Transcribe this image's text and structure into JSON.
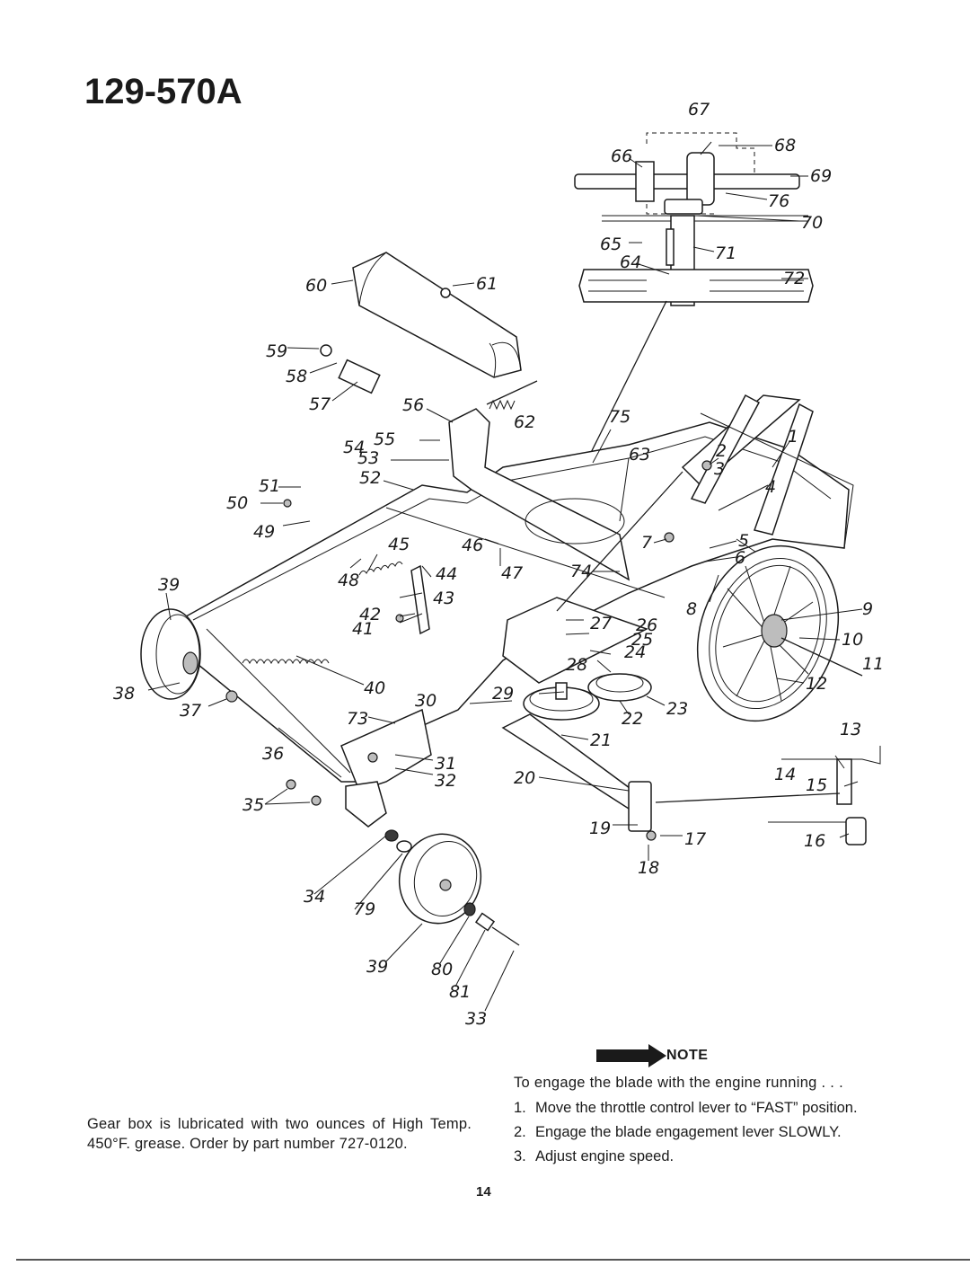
{
  "header": {
    "model": "129-570A"
  },
  "callouts": [
    "1",
    "2",
    "3",
    "4",
    "5",
    "6",
    "7",
    "8",
    "9",
    "10",
    "11",
    "12",
    "13",
    "14",
    "15",
    "16",
    "17",
    "18",
    "19",
    "20",
    "21",
    "22",
    "23",
    "24",
    "25",
    "26",
    "27",
    "28",
    "29",
    "30",
    "31",
    "32",
    "33",
    "34",
    "35",
    "36",
    "37",
    "38",
    "39",
    "40",
    "41",
    "42",
    "43",
    "44",
    "45",
    "46",
    "47",
    "48",
    "49",
    "50",
    "51",
    "52",
    "53",
    "54",
    "55",
    "56",
    "57",
    "58",
    "59",
    "60",
    "61",
    "62",
    "63",
    "64",
    "65",
    "66",
    "67",
    "68",
    "69",
    "70",
    "71",
    "72",
    "73",
    "74",
    "75",
    "76",
    "39",
    "79",
    "80",
    "81"
  ],
  "note": {
    "title": "NOTE",
    "intro": "To engage the blade with the engine running . . .",
    "steps": [
      {
        "num": "1.",
        "text": "Move the throttle control lever to “FAST” position."
      },
      {
        "num": "2.",
        "text": "Engage the blade engagement lever SLOWLY."
      },
      {
        "num": "3.",
        "text": "Adjust engine speed."
      }
    ]
  },
  "gearbox_note": "Gear box is lubricated with two ounces of High Temp. 450°F. grease. Order by part number 727-0120.",
  "page_number": "14"
}
